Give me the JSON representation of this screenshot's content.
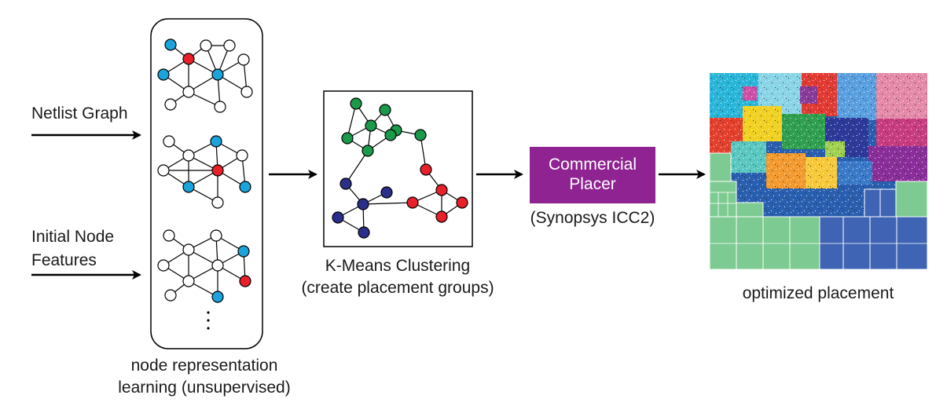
{
  "inputs": {
    "netlist_graph": "Netlist Graph",
    "initial_node_features_line1": "Initial Node",
    "initial_node_features_line2": "Features"
  },
  "representation": {
    "caption_line1": "node representation",
    "caption_line2": "learning (unsupervised)"
  },
  "clustering": {
    "caption_line1": "K-Means Clustering",
    "caption_line2": "(create placement groups)"
  },
  "placer": {
    "label_line1": "Commercial",
    "label_line2": "Placer",
    "tool": "(Synopsys ICC2)"
  },
  "output": {
    "caption": "optimized placement"
  },
  "colors": {
    "highlight_neighbor": "#1ba4dc",
    "highlight_center": "#e8202a",
    "cluster_green": "#1a9a4a",
    "cluster_red": "#e8202a",
    "cluster_navy": "#2a2f8a",
    "placer_fill": "#8e2391",
    "macro_green": "#7dcb92",
    "macro_blue": "#3f64b4"
  }
}
